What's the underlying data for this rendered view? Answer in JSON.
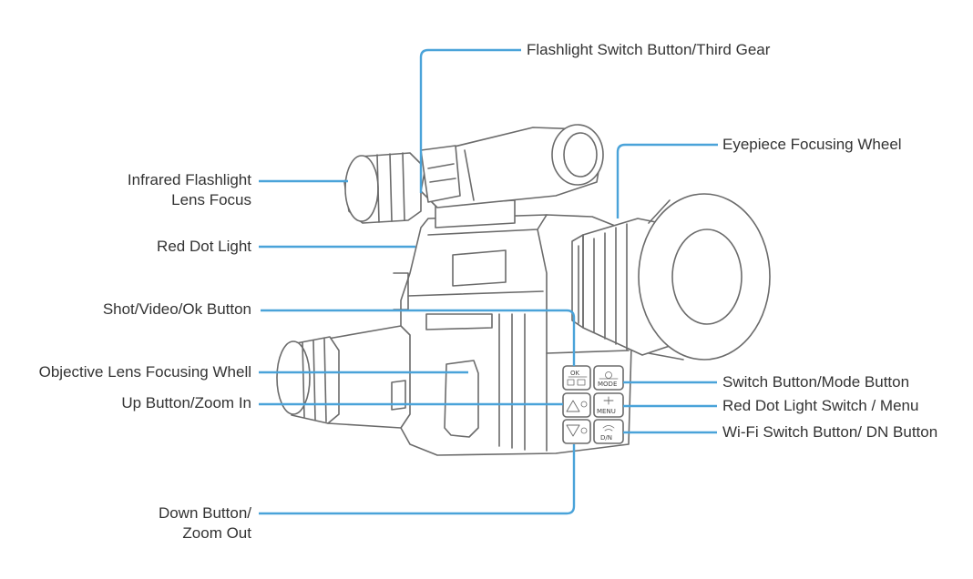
{
  "colors": {
    "leader_line": "#4aa3d9",
    "device_outline": "#6b6b6b",
    "label_text": "#333333"
  },
  "labels": {
    "flashlight_switch": "Flashlight Switch Button/Third Gear",
    "eyepiece_focus": "Eyepiece Focusing Wheel",
    "infrared_line1": "Infrared Flashlight",
    "infrared_line2": "Lens Focus",
    "red_dot_light": "Red Dot Light",
    "shot_button": "Shot/Video/Ok Button",
    "objective_focus": "Objective Lens Focusing Whell",
    "up_button": "Up Button/Zoom In",
    "down_line1": "Down Button/",
    "down_line2": "Zoom Out",
    "switch_mode": "Switch Button/Mode Button",
    "red_dot_switch": "Red Dot Light Switch / Menu",
    "wifi_switch": "Wi-Fi Switch Button/ DN Button"
  },
  "keypad": {
    "ok": "OK",
    "mode": "MODE",
    "menu": "MENU",
    "dn": "D/N"
  }
}
